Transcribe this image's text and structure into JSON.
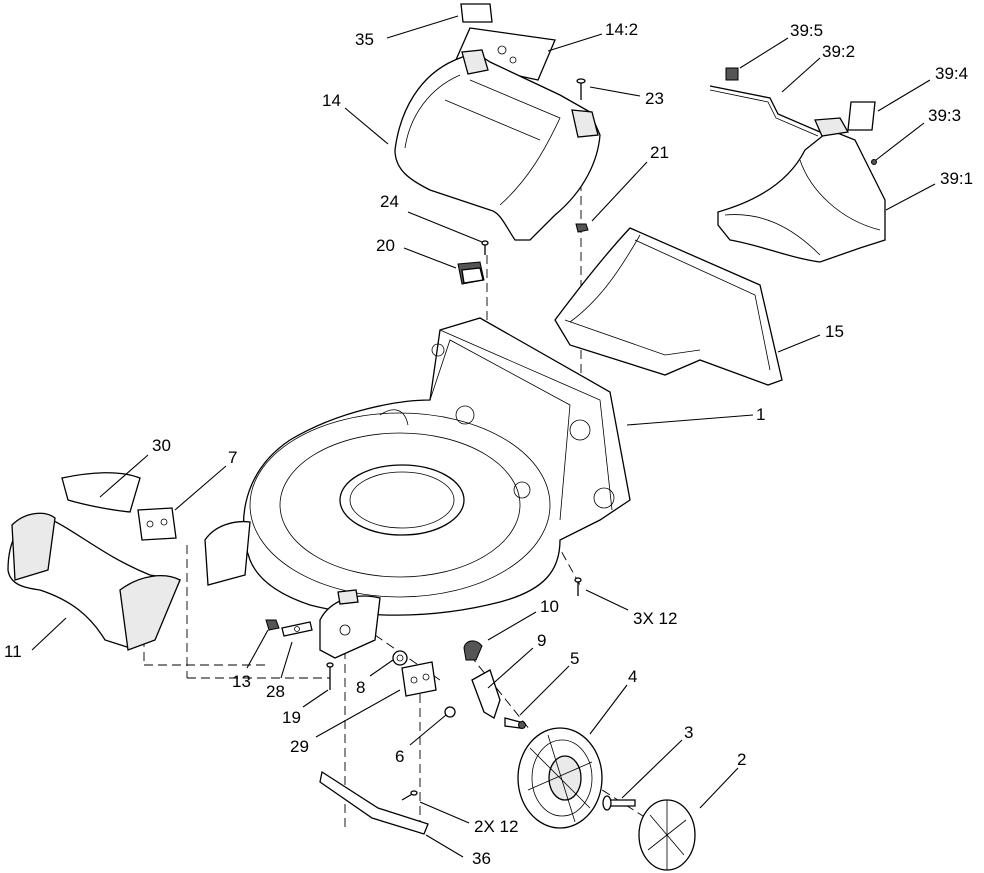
{
  "diagram": {
    "callouts": {
      "p35": "35",
      "p14_2": "14:2",
      "p14": "14",
      "p23": "23",
      "p24": "24",
      "p20": "20",
      "p21": "21",
      "p39_5": "39:5",
      "p39_2": "39:2",
      "p39_4": "39:4",
      "p39_3": "39:3",
      "p39_1": "39:1",
      "p15": "15",
      "p1": "1",
      "p30": "30",
      "p7": "7",
      "p11": "11",
      "p13": "13",
      "p28": "28",
      "p19": "19",
      "p29": "29",
      "p8": "8",
      "p10": "10",
      "p9": "9",
      "p5": "5",
      "p4": "4",
      "p3": "3",
      "p2": "2",
      "p6": "6",
      "p3x12": "3X 12",
      "p2x12": "2X 12",
      "p36": "36"
    }
  }
}
